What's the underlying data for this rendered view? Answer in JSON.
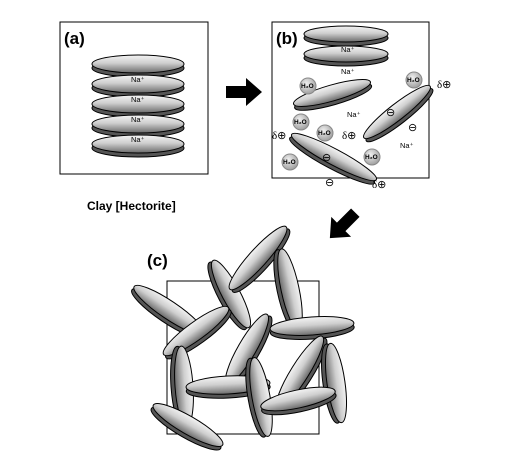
{
  "panels": {
    "a": {
      "label": "(a)",
      "caption": "Clay [Hectorite]",
      "layer_ion": "Na⁺"
    },
    "b": {
      "label": "(b)",
      "ion": "Na⁺",
      "water": "H₂O",
      "minus": "⊖",
      "delta_plus": "δ⊕"
    },
    "c": {
      "label": "(c)"
    }
  },
  "arrows": [
    "arrow-right",
    "arrow-down-left"
  ]
}
